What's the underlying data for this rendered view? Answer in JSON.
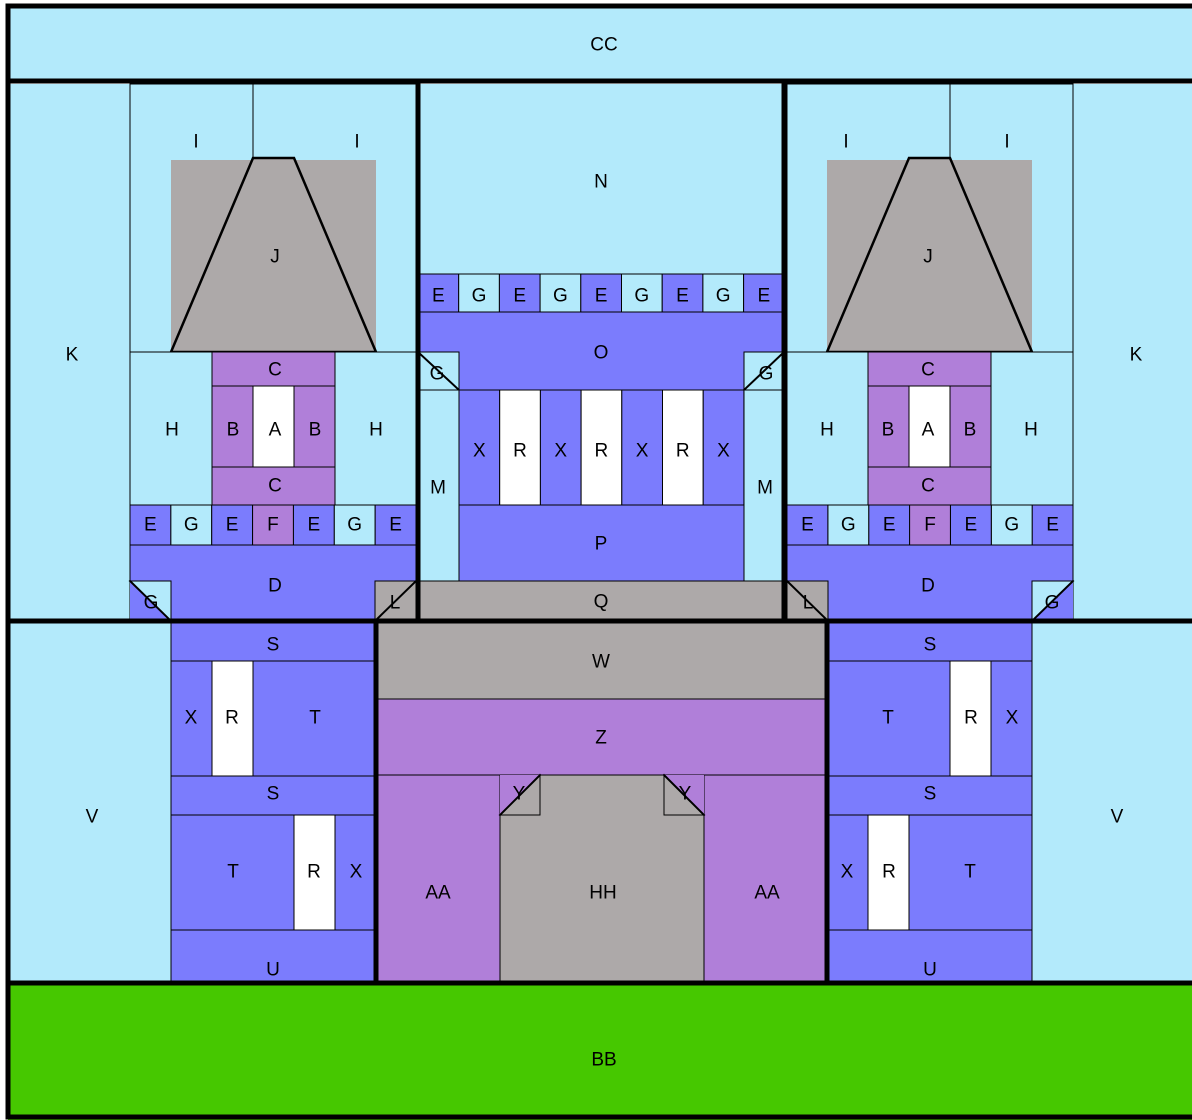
{
  "colors": {
    "sky": "#b3eafb",
    "blue": "#7b7cfd",
    "purple": "#b07fd9",
    "gray": "#ada9a9",
    "white": "#ffffff",
    "grass": "#46c800",
    "stroke": "#000000"
  },
  "labels": {
    "A": "A",
    "B": "B",
    "C": "C",
    "D": "D",
    "E": "E",
    "F": "F",
    "G": "G",
    "H": "H",
    "I": "I",
    "J": "J",
    "K": "K",
    "L": "L",
    "M": "M",
    "N": "N",
    "O": "O",
    "P": "P",
    "Q": "Q",
    "R": "R",
    "S": "S",
    "T": "T",
    "U": "U",
    "V": "V",
    "W": "W",
    "X": "X",
    "Y": "Y",
    "Z": "Z",
    "AA": "AA",
    "BB": "BB",
    "CC": "CC",
    "HH": "HH"
  }
}
